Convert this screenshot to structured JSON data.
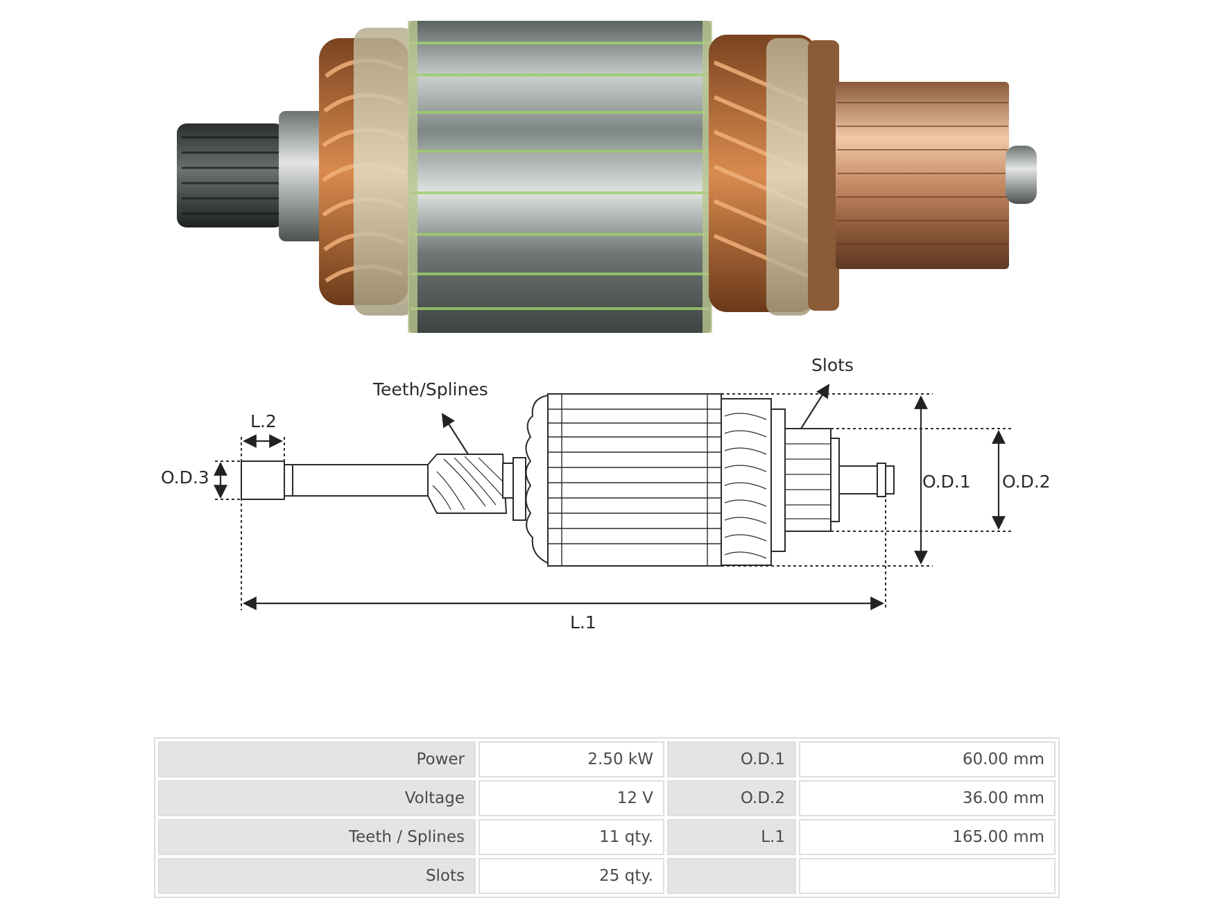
{
  "diagram": {
    "labels": {
      "od3": "O.D.3",
      "l2": "L.2",
      "teeth_splines": "Teeth/Splines",
      "slots": "Slots",
      "od1": "O.D.1",
      "od2": "O.D.2",
      "l1": "L.1"
    }
  },
  "specs": {
    "rows": [
      {
        "label_a": "Power",
        "value_a": "2.50 kW",
        "label_b": "O.D.1",
        "value_b": "60.00 mm"
      },
      {
        "label_a": "Voltage",
        "value_a": "12 V",
        "label_b": "O.D.2",
        "value_b": "36.00 mm"
      },
      {
        "label_a": "Teeth / Splines",
        "value_a": "11 qty.",
        "label_b": "L.1",
        "value_b": "165.00 mm"
      },
      {
        "label_a": "Slots",
        "value_a": "25 qty.",
        "label_b": "",
        "value_b": ""
      }
    ]
  }
}
